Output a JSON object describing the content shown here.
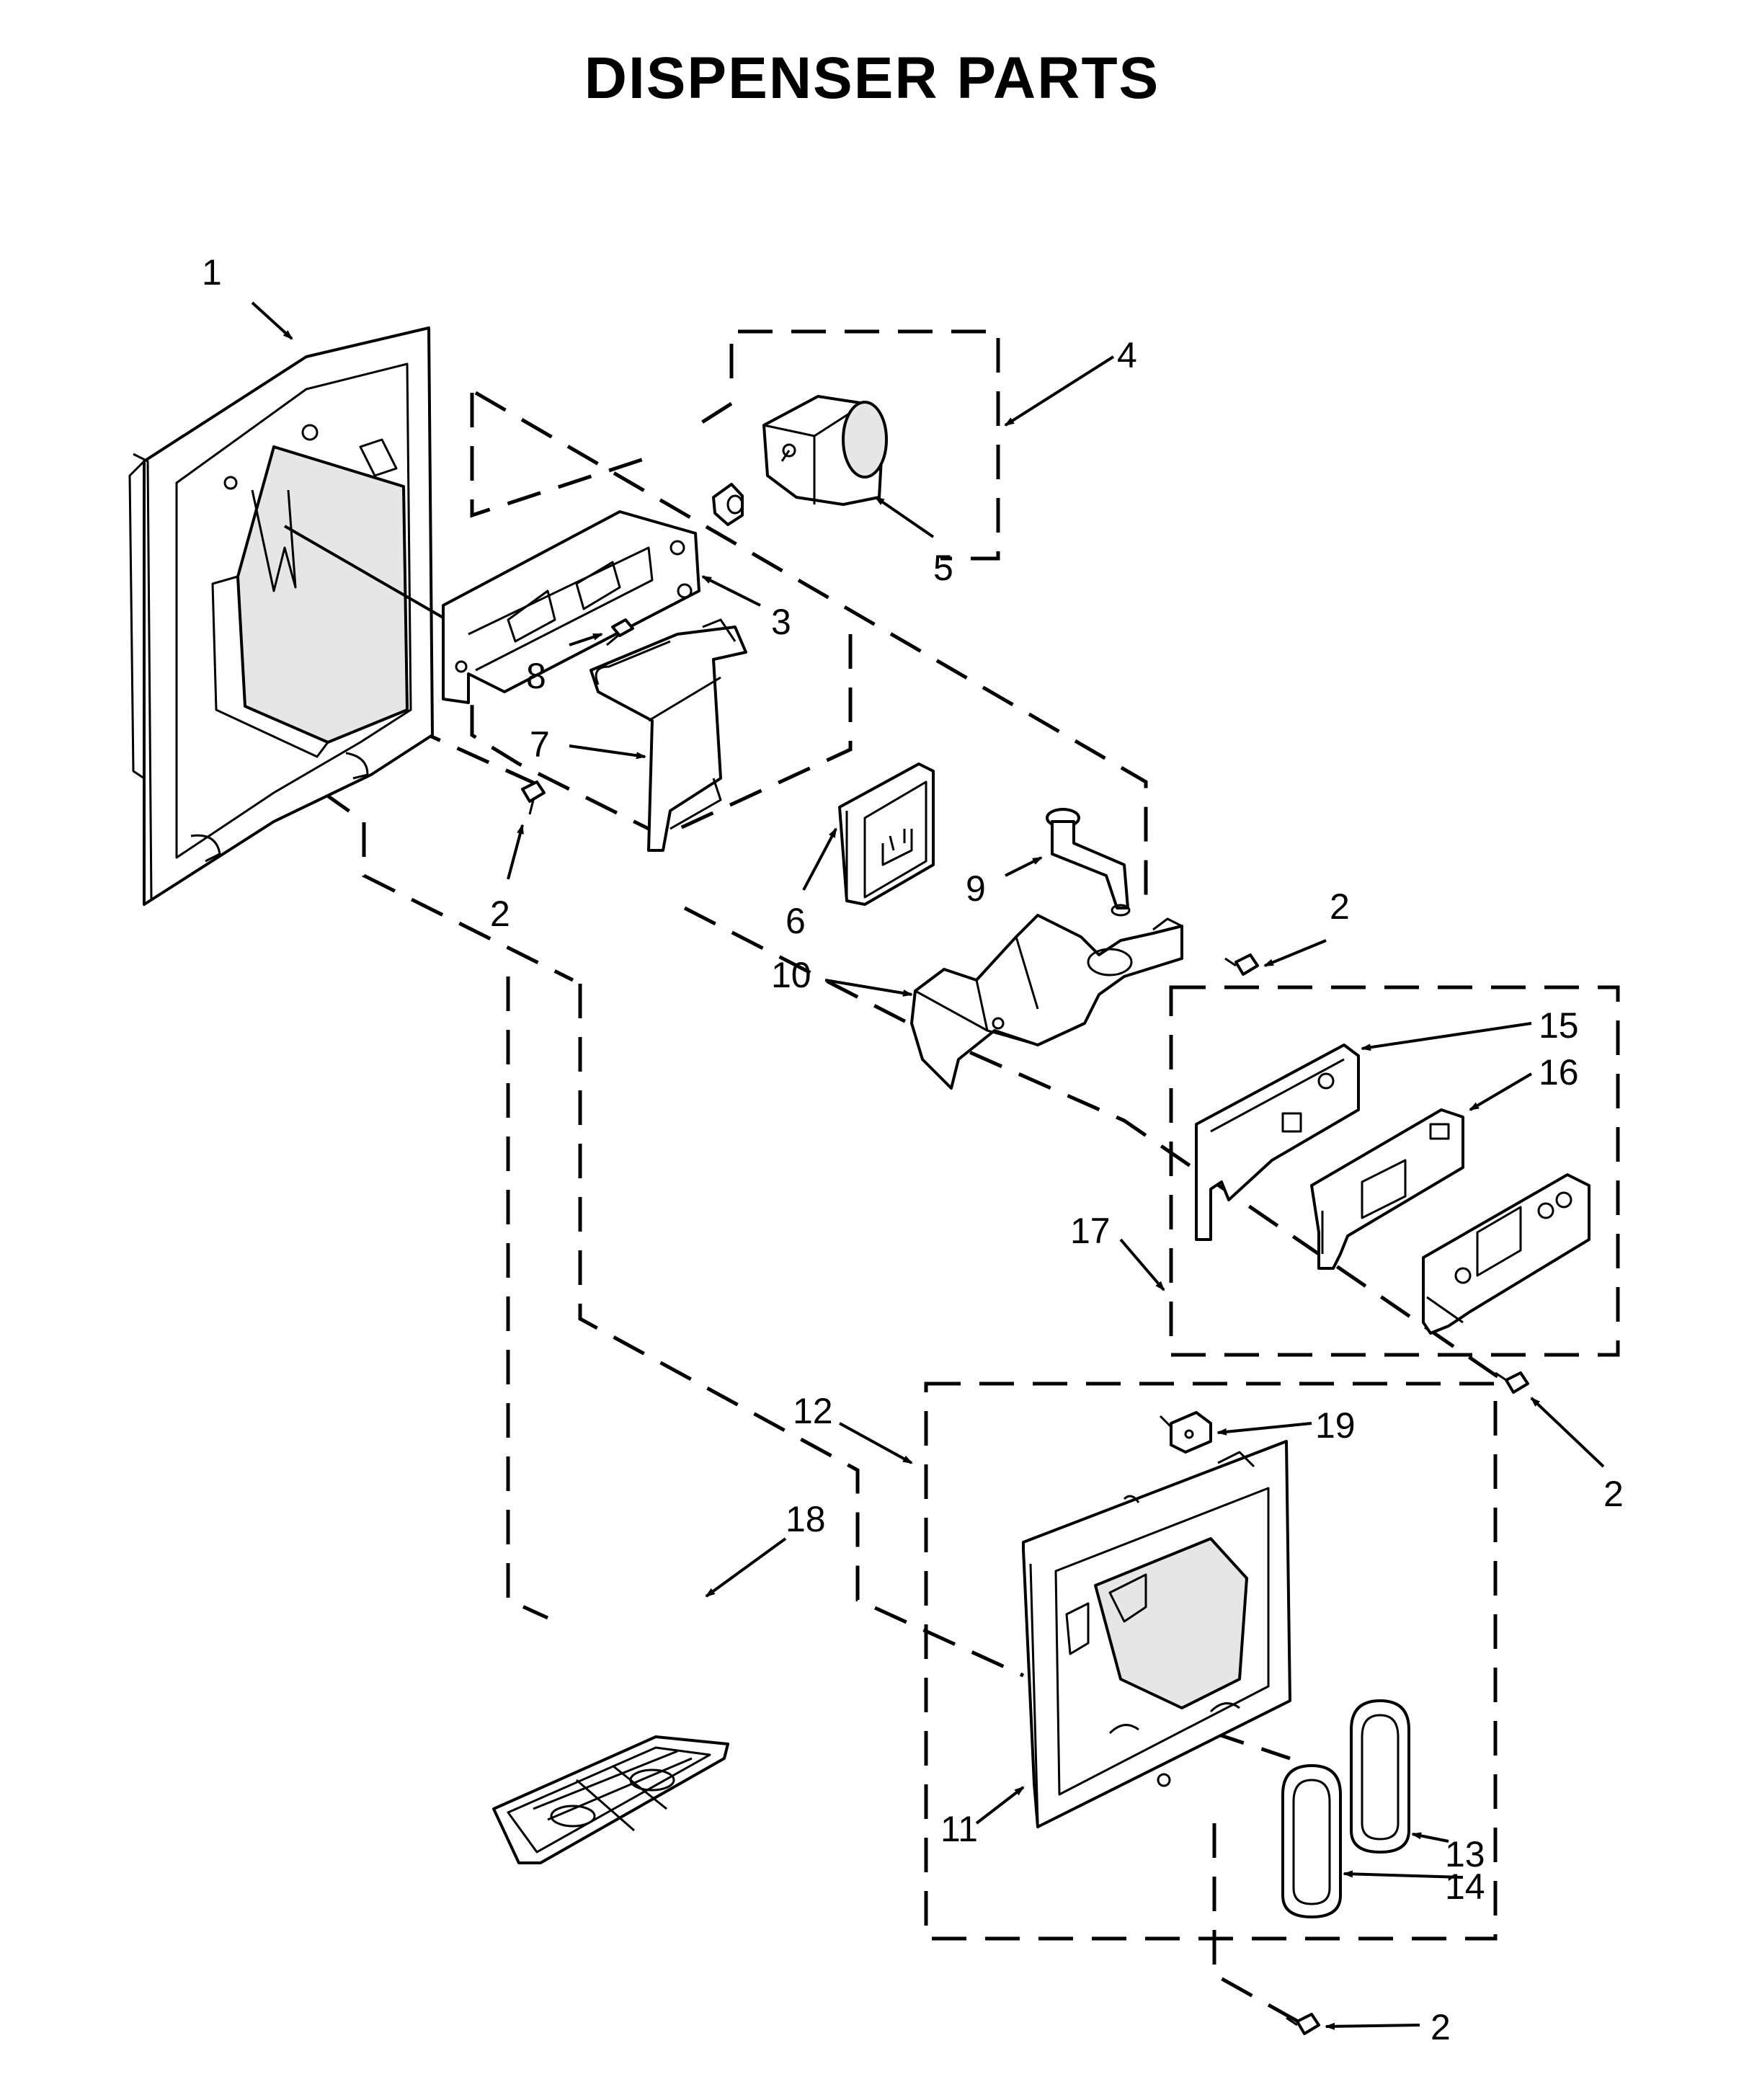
{
  "title": "DISPENSER PARTS",
  "callouts": {
    "c1": "1",
    "c2a": "2",
    "c2b": "2",
    "c2c": "2",
    "c2d": "2",
    "c3": "3",
    "c4": "4",
    "c5": "5",
    "c6": "6",
    "c7": "7",
    "c8": "8",
    "c9": "9",
    "c10": "10",
    "c11": "11",
    "c12": "12",
    "c13": "13",
    "c14": "14",
    "c15": "15",
    "c16": "16",
    "c17": "17",
    "c18": "18",
    "c19": "19"
  }
}
